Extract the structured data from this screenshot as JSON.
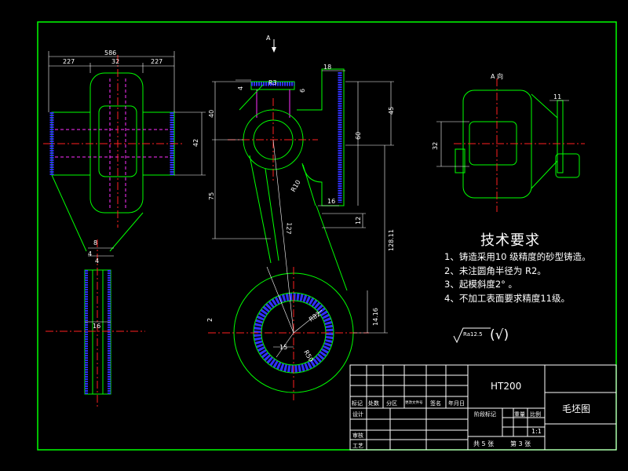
{
  "colors": {
    "background": "#000000",
    "border": "#00ff00",
    "outline": "#00ff00",
    "dimension": "#ffffff",
    "centerline": "#ff2020",
    "hatch": "#2020ff",
    "hidden": "#ff30ff",
    "title_lines": "#ffffff"
  },
  "views": {
    "arrow_label": "A",
    "view_a_label": "A 向"
  },
  "dimensions": {
    "left_view": [
      "586",
      "227",
      "32",
      "227",
      "42",
      "8",
      "4",
      "4",
      "16"
    ],
    "front_view": [
      "18",
      "R3",
      "6",
      "4",
      "40",
      "60",
      "45",
      "75",
      "R10",
      "16",
      "12",
      "127",
      "128.11",
      "R82",
      "R50",
      "15",
      "14.16",
      "2"
    ],
    "view_a": [
      "11",
      "32"
    ]
  },
  "tech_requirements": {
    "title": "技术要求",
    "items": [
      "1、铸造采用10 级精度的砂型铸造。",
      "2、未注圆角半径为 R2。",
      "3、起模斜度2°  。",
      "4、不加工表面要求精度11级。"
    ]
  },
  "roughness": {
    "value": "Ra12.5",
    "symbol": "(√)"
  },
  "title_block": {
    "material": "HT200",
    "drawing_name": "毛坯图",
    "headers": [
      "标记",
      "处数",
      "分区",
      "更改文件号",
      "签名",
      "年月日"
    ],
    "design": "设计",
    "check": "审核",
    "process": "工艺",
    "stage_mark": "阶段标记",
    "weight": "重量",
    "scale_label": "比例",
    "scale": "1:1",
    "sheets_total": "共 5 张",
    "sheet_no": "第 3 张"
  }
}
